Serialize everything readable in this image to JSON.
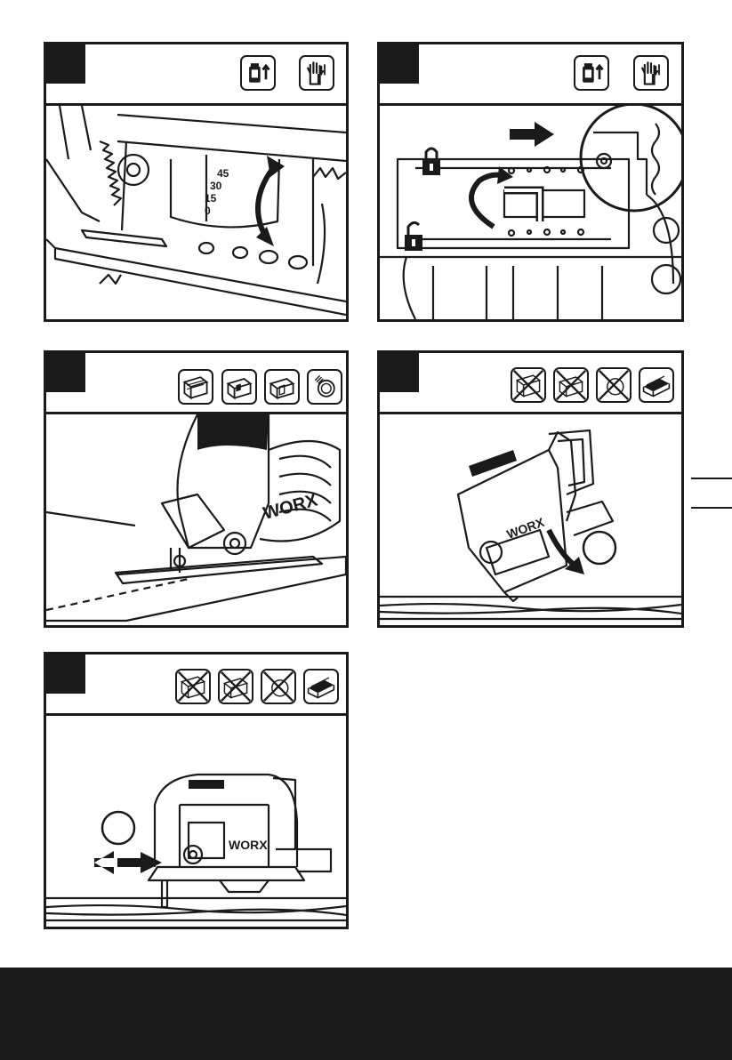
{
  "dial": {
    "marks": [
      "45",
      "30",
      "15",
      "0"
    ]
  },
  "brand": {
    "logo_text": "WORX"
  },
  "icons": {
    "panel1": [
      "battery-removal-icon",
      "gloves-icon"
    ],
    "panel2": [
      "battery-removal-icon",
      "gloves-icon"
    ],
    "panel3": [
      "wood-icon",
      "aluminium-profile-icon",
      "metal-profile-icon",
      "pvc-pipe-icon"
    ],
    "panel4": [
      "wood-crossed-icon",
      "aluminium-crossed-icon",
      "pvc-crossed-icon",
      "laminate-allowed-icon"
    ],
    "panel5": [
      "wood-crossed-icon",
      "aluminium-crossed-icon",
      "pvc-crossed-icon",
      "laminate-allowed-icon"
    ]
  },
  "colors": {
    "ink": "#1a1a1a",
    "paper": "#ffffff"
  }
}
